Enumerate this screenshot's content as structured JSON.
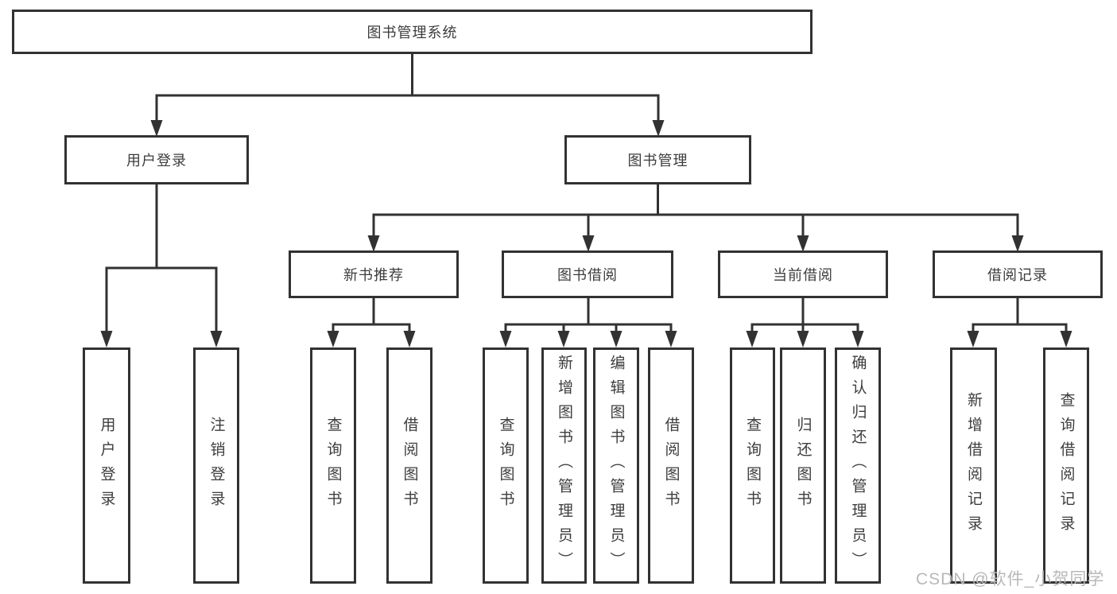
{
  "tree": {
    "label": "图书管理系统",
    "children": [
      {
        "label": "用户登录",
        "children": [
          {
            "label": "用户登录"
          },
          {
            "label": "注销登录"
          }
        ]
      },
      {
        "label": "图书管理",
        "children": [
          {
            "label": "新书推荐",
            "children": [
              {
                "label": "查询图书"
              },
              {
                "label": "借阅图书"
              }
            ]
          },
          {
            "label": "图书借阅",
            "children": [
              {
                "label": "查询图书"
              },
              {
                "label": "新增图书（管理员）"
              },
              {
                "label": "编辑图书（管理员）"
              },
              {
                "label": "借阅图书"
              }
            ]
          },
          {
            "label": "当前借阅",
            "children": [
              {
                "label": "查询图书"
              },
              {
                "label": "归还图书"
              },
              {
                "label": "确认归还（管理员）"
              }
            ]
          },
          {
            "label": "借阅记录",
            "children": [
              {
                "label": "新增借阅记录"
              },
              {
                "label": "查询借阅记录"
              }
            ]
          }
        ]
      }
    ]
  },
  "watermark": {
    "text": "CSDN @软件_小贺同学"
  },
  "colors": {
    "line": "#323232",
    "border": "#323232",
    "text": "#3d3d3d",
    "background": "#ffffff",
    "watermark": "#b8b8b8"
  }
}
